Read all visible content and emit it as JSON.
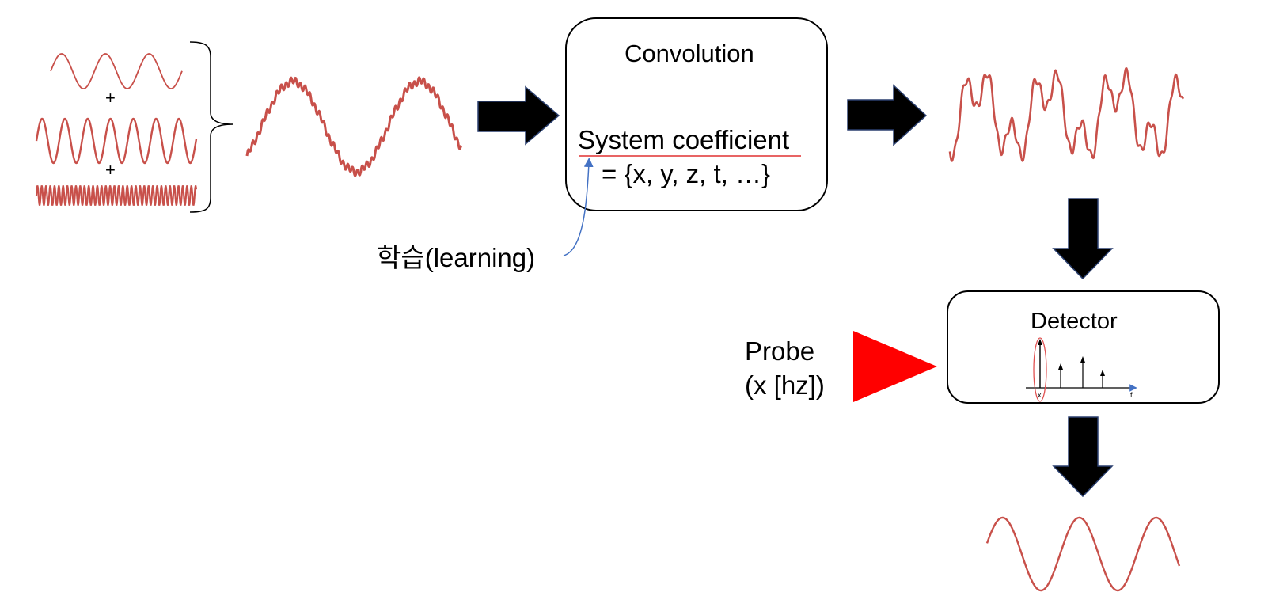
{
  "input": {
    "plus_1": "+",
    "plus_2": "+"
  },
  "convolution": {
    "title": "Convolution",
    "system_coefficient": "System coefficient",
    "coefficient_set": "= {x, y, z, t, …}"
  },
  "learning": {
    "label": "학습(learning)"
  },
  "probe": {
    "line1": "Probe",
    "line2": "(x [hz])"
  },
  "detector": {
    "title": "Detector",
    "axis_x_tick": "x",
    "axis_f": "f"
  },
  "colors": {
    "wave": "#c8504a",
    "arrow": "#000000",
    "arrow_border": "#2a3f6f",
    "probe": "#ff0000",
    "underline": "#e03030",
    "learning_arrow": "#4472c4"
  }
}
